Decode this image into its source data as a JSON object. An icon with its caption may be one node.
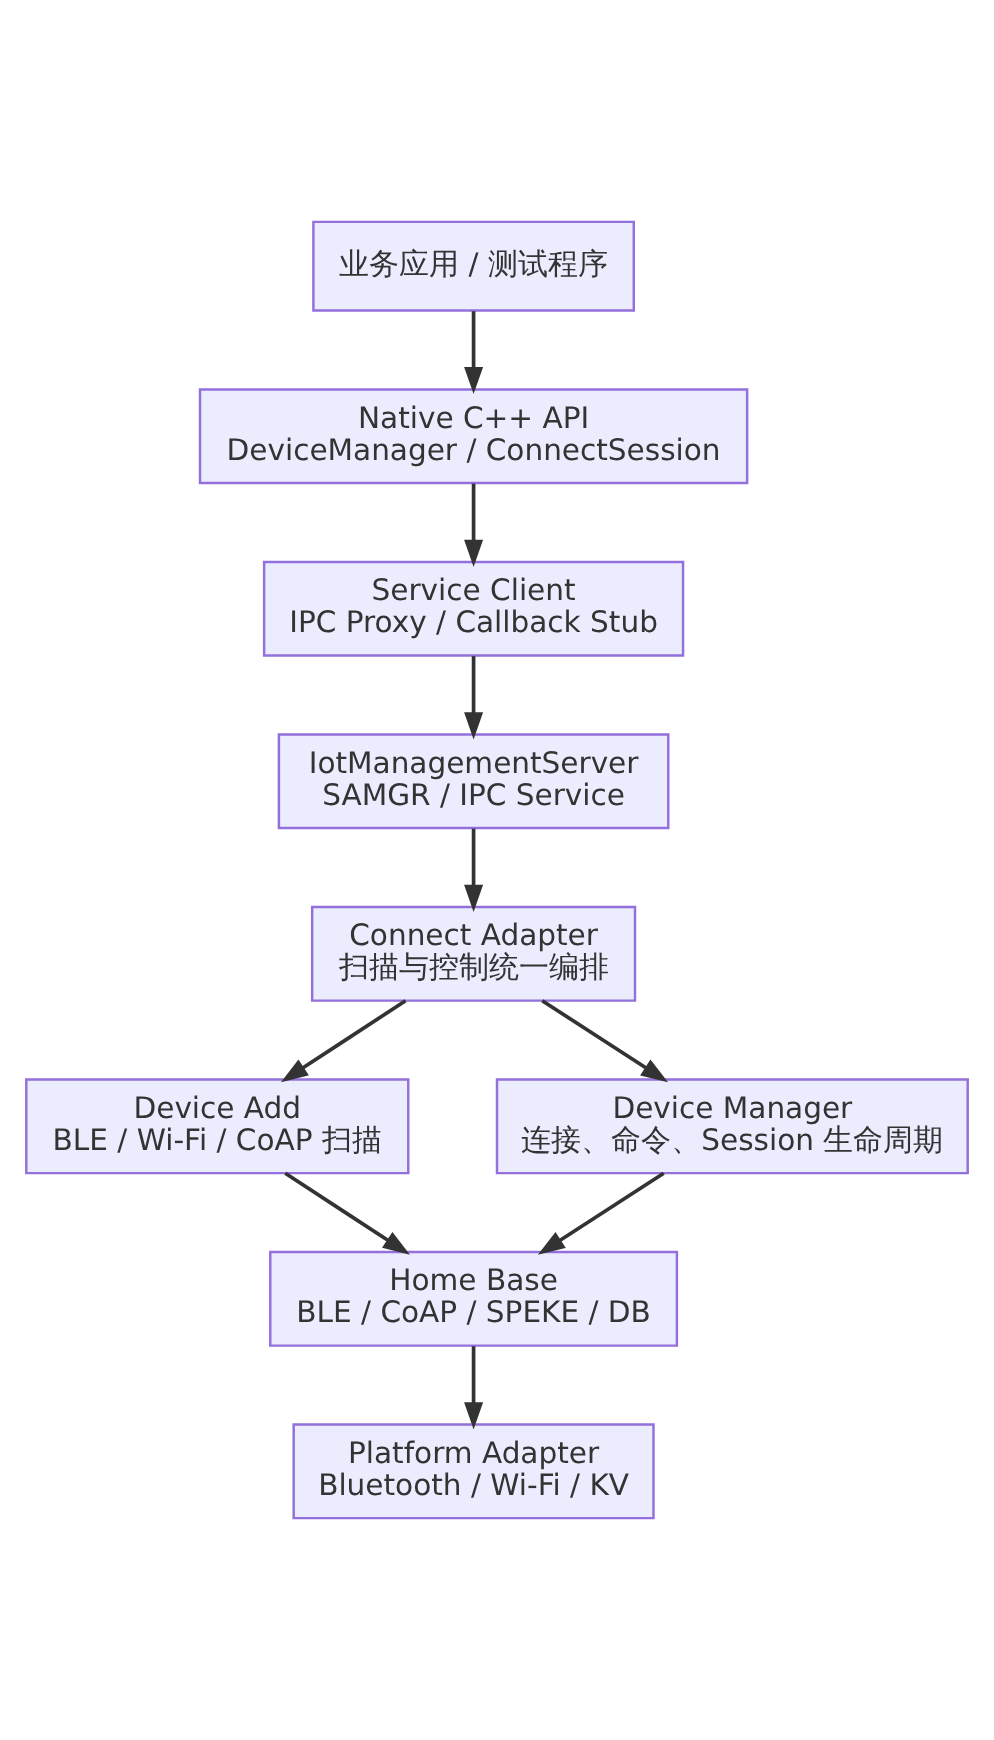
{
  "diagram": {
    "nodes": [
      {
        "text": [
          "业务应用 / 测试程序"
        ]
      },
      {
        "text": [
          "Native C++ API DeviceManager / ConnectSession"
        ]
      },
      {
        "text": [
          "Service Client IPC Proxy / Callback Stub"
        ]
      },
      {
        "text": [
          "IotManagementServer SAMGR / IPC Service"
        ]
      },
      {
        "text": [
          "Connect Adapter 扫描与控制统一编排"
        ]
      },
      {
        "text": [
          "Device Add BLE / Wi-Fi / CoAP 扫描"
        ]
      },
      {
        "text": [
          "Device Manager 连接、命令、Session 生命周期"
        ]
      },
      {
        "text": [
          "Home Base BLE / CoAP / SPEKE / DB"
        ]
      },
      {
        "text": [
          "Platform Adapter Bluetooth / Wi-Fi / KV"
        ]
      }
    ],
    "edges": [
      {
        "from": 0,
        "to": 1,
        "arrow": "to"
      },
      {
        "from": 1,
        "to": 2,
        "arrow": "to"
      },
      {
        "from": 2,
        "to": 3,
        "arrow": "to"
      },
      {
        "from": 3,
        "to": 4,
        "arrow": "to"
      },
      {
        "from": 4,
        "to": 5,
        "arrow": "to"
      },
      {
        "from": 4,
        "to": 6,
        "arrow": "to"
      },
      {
        "from": 5,
        "to": 7,
        "arrow": "to"
      },
      {
        "from": 6,
        "to": 7,
        "arrow": "to"
      },
      {
        "from": 7,
        "to": 8,
        "arrow": "to"
      }
    ]
  }
}
